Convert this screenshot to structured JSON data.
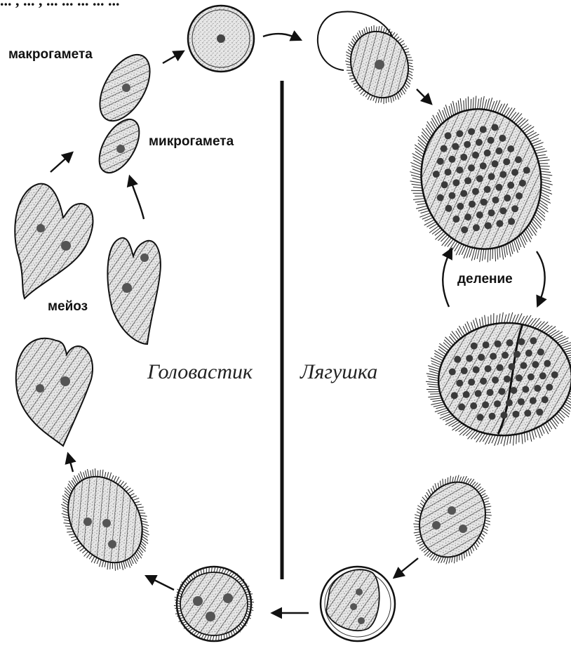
{
  "top_text": "... , ... , ... ... ... ... ...",
  "labels": {
    "macrogamete": "макрогамета",
    "microgamete": "микрогамета",
    "meiosis": "мейоз",
    "division": "деление"
  },
  "hosts": {
    "tadpole": "Головастик",
    "frog": "Лягушка"
  },
  "colors": {
    "ink": "#1a1a1a",
    "cell_fill": "#dedede",
    "nucleus": "#555555"
  }
}
